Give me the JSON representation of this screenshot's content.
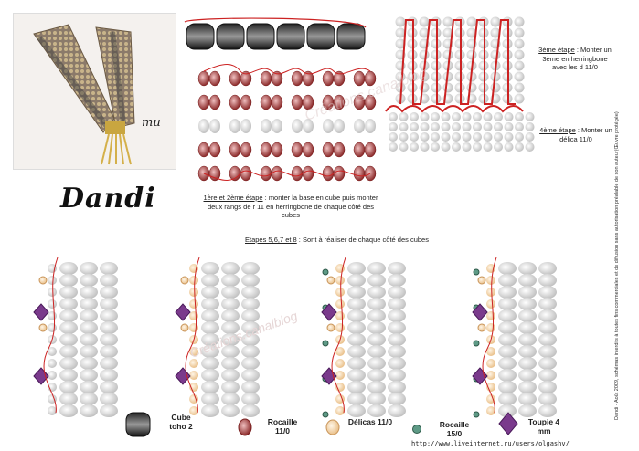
{
  "photo": {
    "signature": "mu"
  },
  "title": "Dandi",
  "steps": {
    "step12_label": "1ère et 2ème étape",
    "step12_text": " : monter la base en cube puis monter deux rangs de r 11 en herringbone de chaque côté des cubes",
    "step3_label": "3ème étape",
    "step3_text": " : Monter un 3ème en herringbone avec les d 11/0",
    "step4_label": "4ème étape",
    "step4_text": " : Monter un délica 11/0",
    "step5678_label": "Etapes 5,6,7 et 8",
    "step5678_text": " : Sont à réaliser de chaque côté des cubes"
  },
  "legend": [
    {
      "icon": "cube-bead-icon",
      "label": "Cube toho 2",
      "color": "#333333"
    },
    {
      "icon": "rocaille-11-icon",
      "label": "Rocaille 11/0",
      "color": "#a03a3a"
    },
    {
      "icon": "delica-icon",
      "label": "Délicas 11/0",
      "color": "#f3d3a6"
    },
    {
      "icon": "rocaille-15-icon",
      "label": "Rocaille 15/0",
      "color": "#5e9a86"
    },
    {
      "icon": "toupie-icon",
      "label": "Toupie 4 mm",
      "color": "#7a3a8c"
    }
  ],
  "watermark": "Créations.canalblog",
  "copyright": "Dandi - Août 2009, schémas interdits à toutes fins commerciales et de diffusion sans autorisation préalable de son auteur(Œuvre protégée)",
  "url": "http://www.liveinternet.ru/users/olgashv/"
}
